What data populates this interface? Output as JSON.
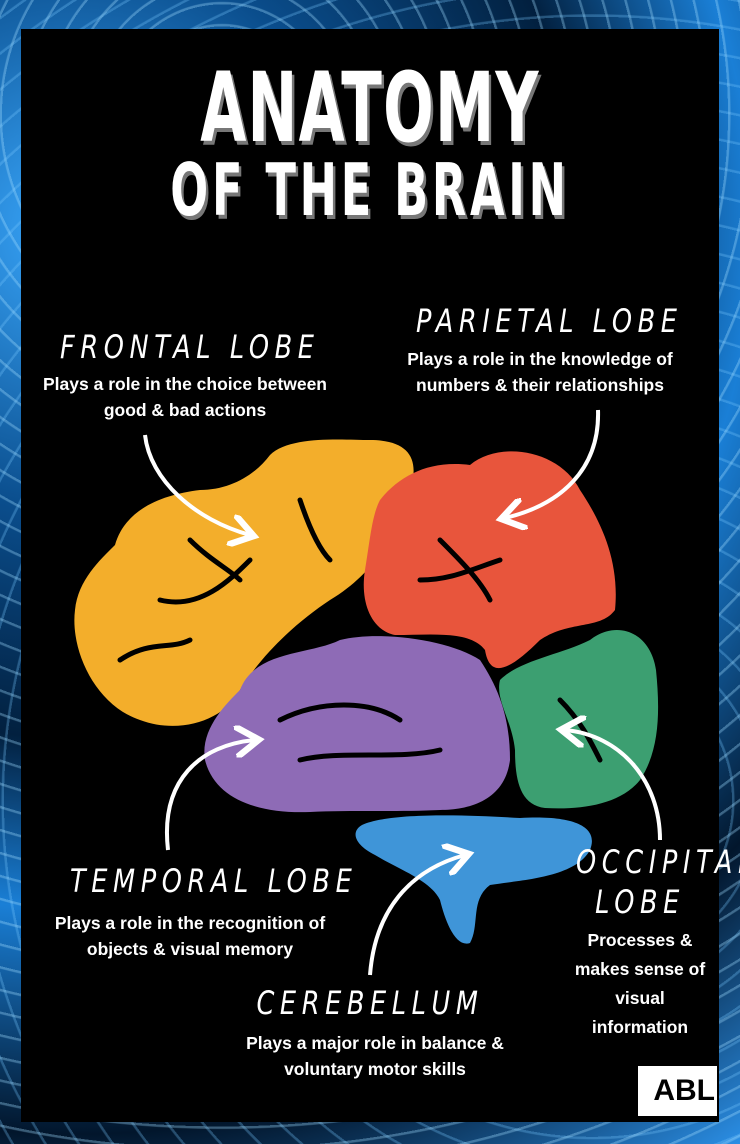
{
  "title": {
    "line1": "ANATOMY",
    "line2": "OF THE BRAIN"
  },
  "regions": [
    {
      "name": "FRONTAL LOBE",
      "desc": "Plays a role in the choice between good & bad actions",
      "color": "#F3AE2B"
    },
    {
      "name": "PARIETAL LOBE",
      "desc": "Plays a role in the knowledge of numbers & their relationships",
      "color": "#E8553C"
    },
    {
      "name": "TEMPORAL LOBE",
      "desc": "Plays a role in the recognition of objects & visual memory",
      "color": "#8E6BB6"
    },
    {
      "name": "OCCIPITAL LOBE",
      "desc": "Processes & makes sense of visual information",
      "color": "#3C9F71"
    },
    {
      "name": "CEREBELLUM",
      "desc": "Plays a major role in balance & voluntary motor skills",
      "color": "#3F95D8"
    }
  ],
  "logo": "ABL"
}
